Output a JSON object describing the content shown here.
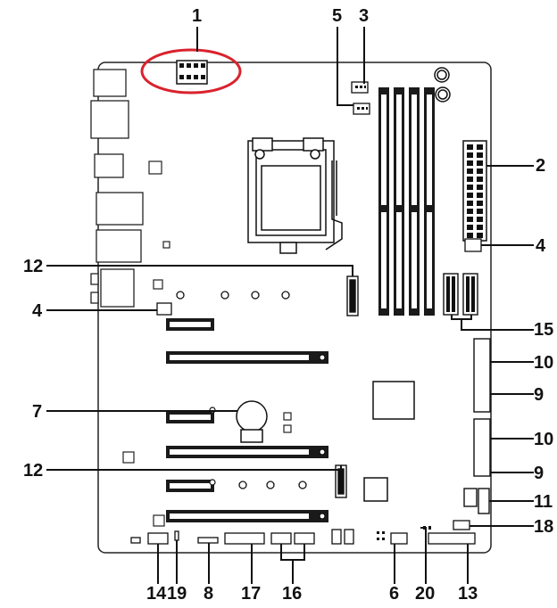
{
  "diagram": {
    "callouts": [
      {
        "id": "c1",
        "label": "1"
      },
      {
        "id": "c2",
        "label": "2"
      },
      {
        "id": "c3",
        "label": "3"
      },
      {
        "id": "c4a",
        "label": "4"
      },
      {
        "id": "c4b",
        "label": "4"
      },
      {
        "id": "c5",
        "label": "5"
      },
      {
        "id": "c6",
        "label": "6"
      },
      {
        "id": "c7",
        "label": "7"
      },
      {
        "id": "c8",
        "label": "8"
      },
      {
        "id": "c9a",
        "label": "9"
      },
      {
        "id": "c9b",
        "label": "9"
      },
      {
        "id": "c10a",
        "label": "10"
      },
      {
        "id": "c10b",
        "label": "10"
      },
      {
        "id": "c11",
        "label": "11"
      },
      {
        "id": "c12a",
        "label": "12"
      },
      {
        "id": "c12b",
        "label": "12"
      },
      {
        "id": "c13",
        "label": "13"
      },
      {
        "id": "c14",
        "label": "14"
      },
      {
        "id": "c15",
        "label": "15"
      },
      {
        "id": "c16",
        "label": "16"
      },
      {
        "id": "c17",
        "label": "17"
      },
      {
        "id": "c18",
        "label": "18"
      },
      {
        "id": "c19",
        "label": "19"
      },
      {
        "id": "c20",
        "label": "20"
      }
    ],
    "highlight_color": "#d9232e",
    "line_color": "#111111"
  }
}
